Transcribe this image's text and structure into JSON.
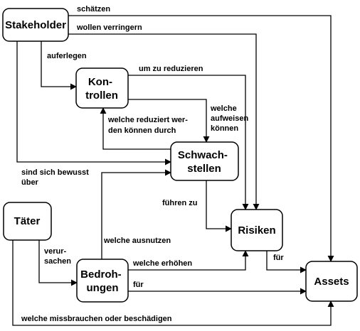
{
  "nodes": {
    "stakeholder": [
      "Stakeholder"
    ],
    "kontrollen": [
      "Kon-",
      "trollen"
    ],
    "schwachstellen": [
      "Schwach-",
      "stellen"
    ],
    "taeter": [
      "Täter"
    ],
    "risiken": [
      "Risiken"
    ],
    "bedrohungen": [
      "Bedroh-",
      "ungen"
    ],
    "assets": [
      "Assets"
    ]
  },
  "edges": {
    "schaetzen": [
      "schätzen"
    ],
    "wollen_verringern": [
      "wollen verringern"
    ],
    "auferlegen": [
      "auferlegen"
    ],
    "um_zu_reduzieren": [
      "um zu reduzieren"
    ],
    "welche_aufweisen_koennen": [
      "welche",
      "aufweisen",
      "können"
    ],
    "welche_reduziert_werden": [
      "welche reduziert wer-",
      "den können durch"
    ],
    "sind_sich_bewusst": [
      "sind sich bewusst",
      "über"
    ],
    "fuehren_zu": [
      "führen zu"
    ],
    "welche_ausnutzen": [
      "welche ausnutzen"
    ],
    "verursachen": [
      "verur-",
      "sachen"
    ],
    "welche_erhoehen": [
      "welche erhöhen"
    ],
    "fuer_risiken": [
      "für"
    ],
    "fuer_bedrohungen": [
      "für"
    ],
    "welche_missbrauchen": [
      "welche missbrauchen oder beschädigen"
    ]
  }
}
